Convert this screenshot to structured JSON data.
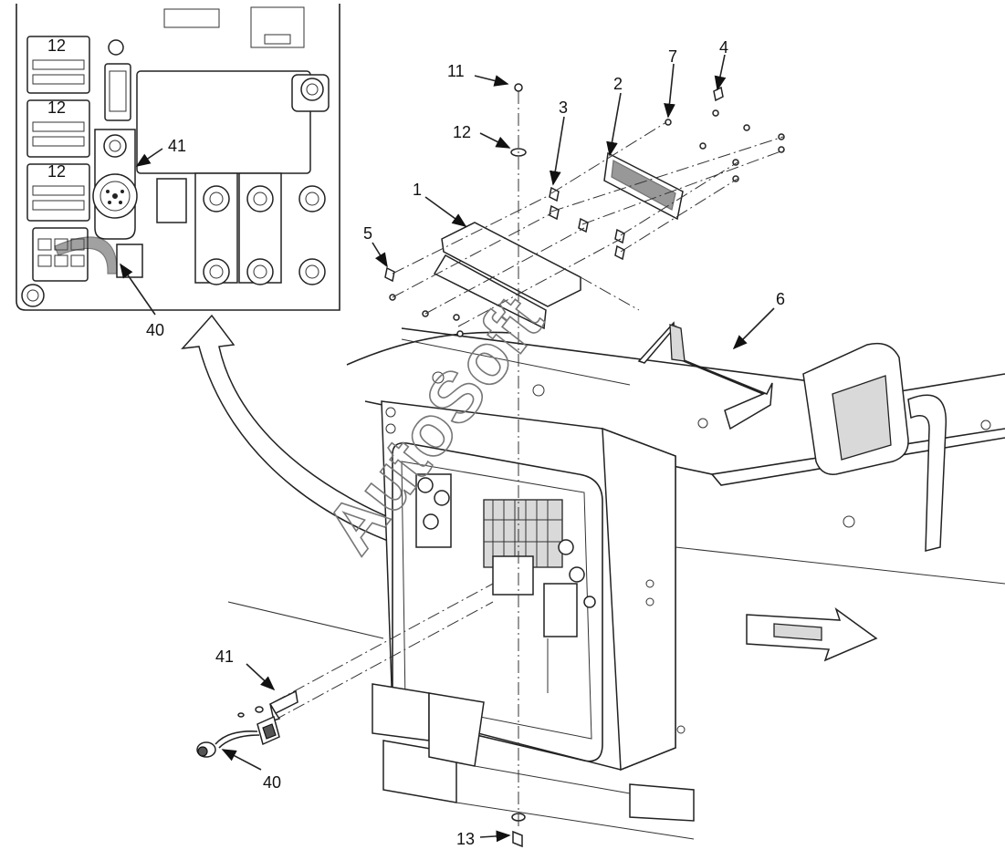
{
  "callouts": {
    "c1": "1",
    "c2": "2",
    "c3": "3",
    "c4": "4",
    "c5": "5",
    "c6": "6",
    "c7": "7",
    "c11": "11",
    "c12": "12",
    "c13": "13",
    "c40_detail": "40",
    "c41_detail": "41",
    "c40": "40",
    "c41": "41"
  },
  "detail_inset": {
    "relay_label_1": "12",
    "relay_label_2": "12",
    "relay_label_3": "12"
  },
  "watermark": "AutoSoft"
}
